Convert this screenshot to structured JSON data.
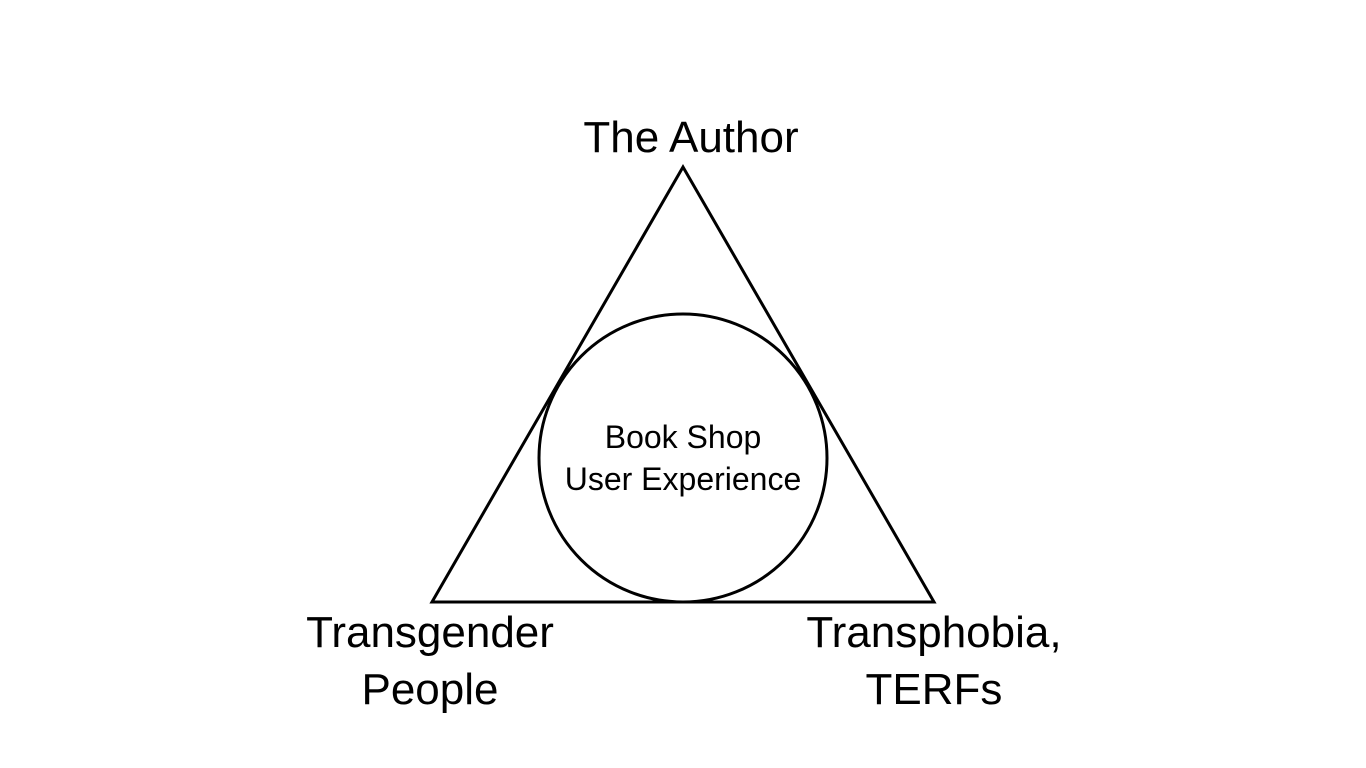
{
  "diagram": {
    "top_node": {
      "label": "The Author"
    },
    "left_node": {
      "line1": "Transgender",
      "line2": "People"
    },
    "right_node": {
      "line1": "Transphobia,",
      "line2": "TERFs"
    },
    "center_node": {
      "line1": "Book Shop",
      "line2": "User Experience"
    },
    "colors": {
      "stroke": "#000000",
      "background": "#ffffff"
    }
  }
}
